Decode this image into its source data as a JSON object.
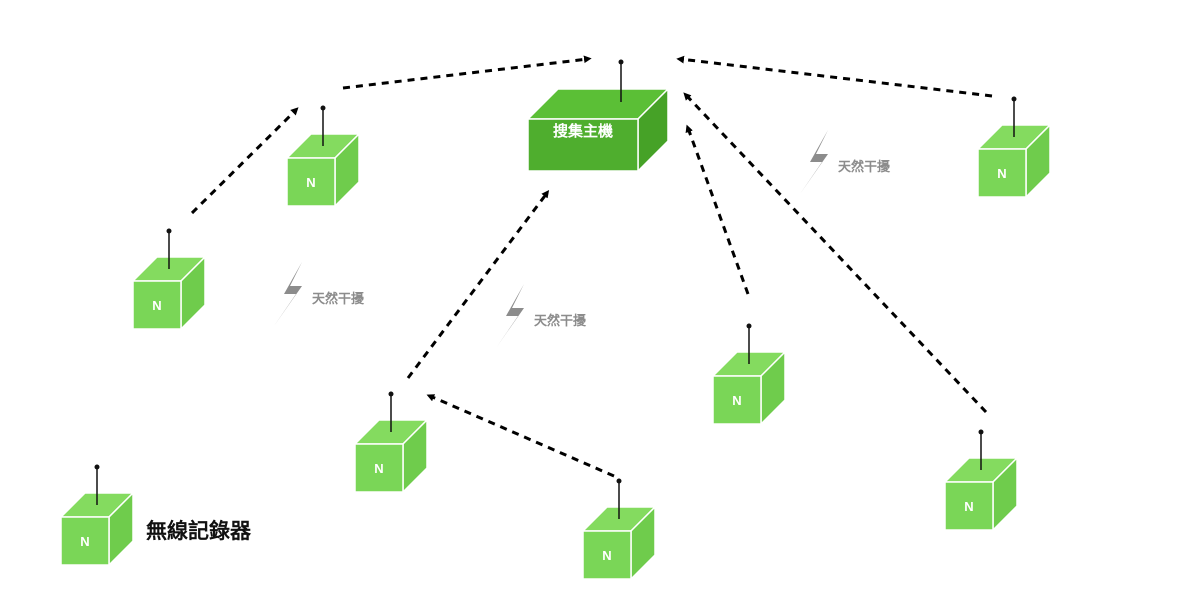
{
  "diagram": {
    "hub": {
      "label": "搜集主機",
      "colors": {
        "front": "#4fae2e",
        "top": "#5bbf36",
        "side": "#46a227"
      }
    },
    "node_label": "N",
    "node_colors": {
      "front": "#7ad657",
      "top": "#84db5f",
      "side": "#6fcc4c"
    },
    "interference_label": "天然干擾",
    "interference_color": "#8c8c8c",
    "legend": {
      "icon_label": "N",
      "text": "無線記錄器"
    },
    "nodes": [
      {
        "id": "n1"
      },
      {
        "id": "n2"
      },
      {
        "id": "n3"
      },
      {
        "id": "n4"
      },
      {
        "id": "n5"
      },
      {
        "id": "n6"
      },
      {
        "id": "n7"
      },
      {
        "id": "n8"
      }
    ],
    "links": [
      {
        "from": "n1",
        "to": "n2",
        "style": "dashed-arrow"
      },
      {
        "from": "n2",
        "to": "hub",
        "style": "dashed-arrow"
      },
      {
        "from": "n3",
        "to": "hub",
        "style": "dashed-arrow"
      },
      {
        "from": "n4",
        "to": "n3",
        "style": "dashed-arrow"
      },
      {
        "from": "n5",
        "to": "hub",
        "style": "dashed-arrow"
      },
      {
        "from": "n6",
        "to": "hub",
        "style": "dashed-arrow"
      },
      {
        "from": "n7",
        "to": "hub",
        "style": "dashed-arrow"
      }
    ],
    "interference_zones": 3
  }
}
